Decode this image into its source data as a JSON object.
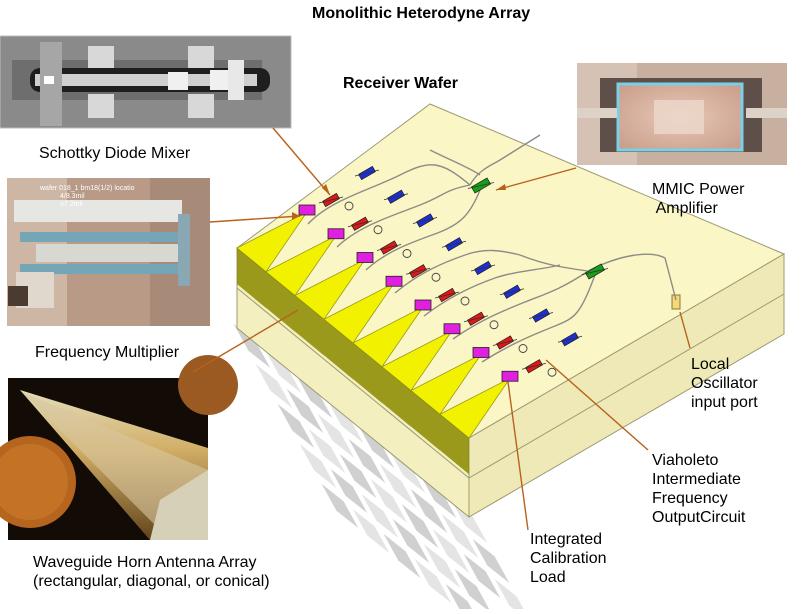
{
  "title": "Monolithic Heterodyne Array",
  "wafer_label": "Receiver Wafer",
  "labels": {
    "schottky": "Schottky Diode Mixer",
    "multiplier": "Frequency Multiplier",
    "horn_line1": "Waveguide Horn Antenna Array",
    "horn_line2": "(rectangular, diagonal, or conical)",
    "mmic_line1": "MMIC Power",
    "mmic_line2": " Amplifier",
    "lo_line1": "Local",
    "lo_line2": "Oscillator",
    "lo_line3": "input port",
    "via_line1": "Viaholeto",
    "via_line2": "Intermediate",
    "via_line3": "Frequency",
    "via_line4": "OutputCircuit",
    "cal_line1": "Integrated",
    "cal_line2": "Calibration",
    "cal_line3": "Load"
  },
  "photo_text": {
    "wafer_note_1": "wafer 018_1 bm18(1/2) locatio",
    "wafer_note_2": "4/8.3mil",
    "wafer_note_3": "n7.2mil"
  },
  "colors": {
    "wafer_top": "#fbf6c6",
    "wafer_side": "#eee9b6",
    "horn_yellow": "#f2f200",
    "horn_dark": "#8a8a00",
    "leader_line": "#b8621c",
    "mixer_red": "#e01818",
    "amp_blue": "#1c2fd8",
    "mult_magenta": "#e020e0",
    "mmic_green": "#16a016"
  }
}
